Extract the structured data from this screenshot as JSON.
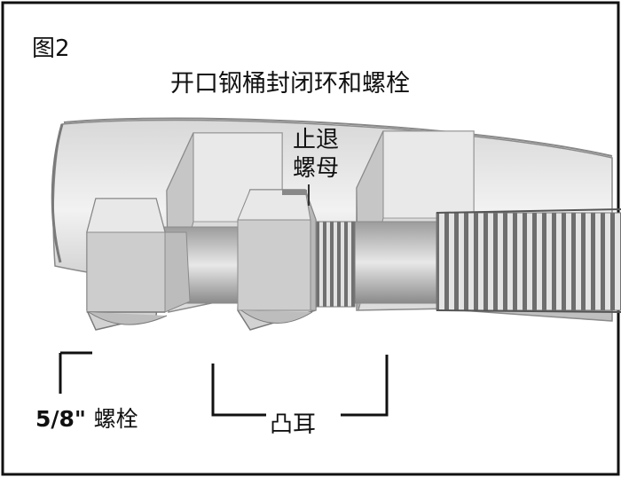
{
  "figure_label": "图2",
  "title": "开口钢桶封闭环和螺栓",
  "labels": {
    "lock_nut_line1": "止退",
    "lock_nut_line2": "螺母",
    "bolt_size": "5/8\"",
    "bolt": "螺栓",
    "lug": "凸耳"
  },
  "colors": {
    "background": "#ffffff",
    "ink": "#111111",
    "metal_light": "#e6e6e6",
    "metal_mid": "#cfcfcf",
    "metal_dark": "#9a9a9a",
    "thread_shadow": "#6e6e6e"
  }
}
